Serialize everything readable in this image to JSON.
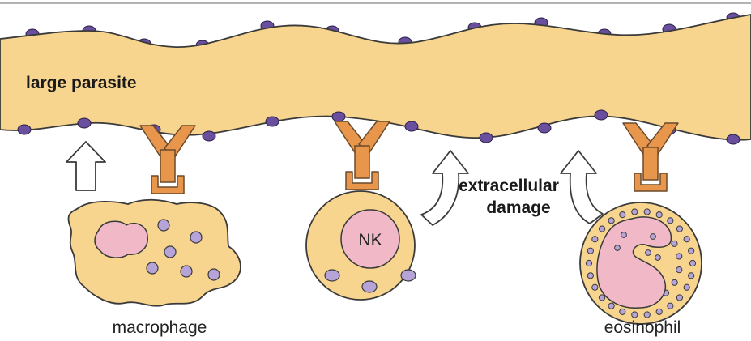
{
  "labels": {
    "parasite": "large parasite",
    "damage_line1": "extracellular",
    "damage_line2": "damage",
    "macrophage": "macrophage",
    "nk": "NK",
    "eosinophil": "eosinophil"
  },
  "colors": {
    "parasite_fill": "#f8d58e",
    "cell_fill": "#f8d58e",
    "outline": "#3a3a3a",
    "antigen": "#6a4f9f",
    "granule": "#b6a4d8",
    "nucleus": "#f1b9c8",
    "antibody": "#e8964c",
    "antibody_outline": "#6b4a2a"
  },
  "icons": {
    "arrow": "up-arrow-icon",
    "antibody": "antibody-icon"
  }
}
